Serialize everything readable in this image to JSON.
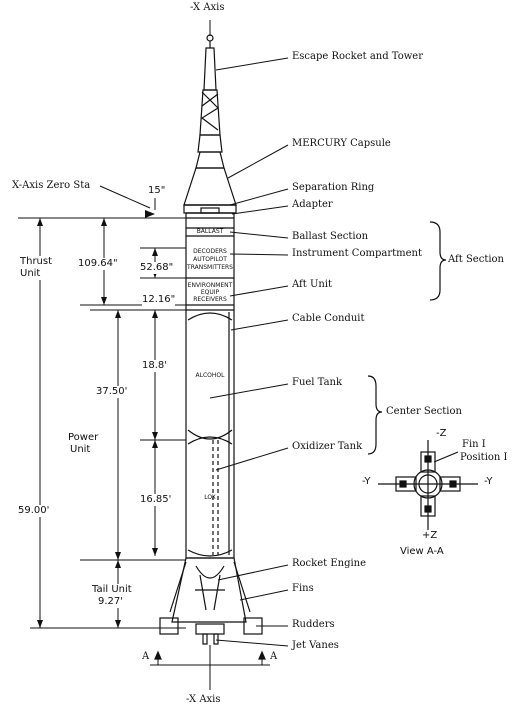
{
  "axes": {
    "top": "-X Axis",
    "bottom": "-X Axis"
  },
  "callouts": {
    "escape_tower": "Escape Rocket and Tower",
    "capsule": "MERCURY Capsule",
    "separation_ring": "Separation Ring",
    "adapter": "Adapter",
    "ballast": "Ballast Section",
    "instrument": "Instrument Compartment",
    "aft_unit": "Aft Unit",
    "cable": "Cable Conduit",
    "fuel": "Fuel Tank",
    "oxidizer": "Oxidizer Tank",
    "engine": "Rocket Engine",
    "fins": "Fins",
    "rudders": "Rudders",
    "jet_vanes": "Jet Vanes"
  },
  "groups": {
    "aft_section": "Aft Section",
    "center_section": "Center Section"
  },
  "zero_station": "X-Axis Zero Sta",
  "units": {
    "thrust": "Thrust Unit",
    "power_1": "Power",
    "power_2": "Unit",
    "tail_1": "Tail Unit",
    "tail_2": "9.27'"
  },
  "dimensions": {
    "d15": "15\"",
    "d109": "109.64\"",
    "d52": "52.68\"",
    "d12": "12.16\"",
    "d37": "37.50'",
    "d59": "59.00'",
    "d18": "18.8'",
    "d16": "16.85'"
  },
  "body_labels": {
    "ballast": "BALLAST",
    "inst_1": "DECODERS",
    "inst_2": "AUTOPILOT",
    "inst_3": "TRANSMITTERS",
    "env_1": "ENVIRONMENT",
    "env_2": "EQUIP",
    "env_3": "RECEIVERS",
    "alcohol": "ALCOHOL",
    "lox": "LOX"
  },
  "view": {
    "title": "View A-A",
    "neg_z": "-Z",
    "pos_z": "+Z",
    "neg_y": "-Y",
    "pos_y": "-Y",
    "fin_1": "Fin I",
    "fin_2": "Position I"
  },
  "section_marks": {
    "a_left": "A",
    "a_right": "A"
  }
}
